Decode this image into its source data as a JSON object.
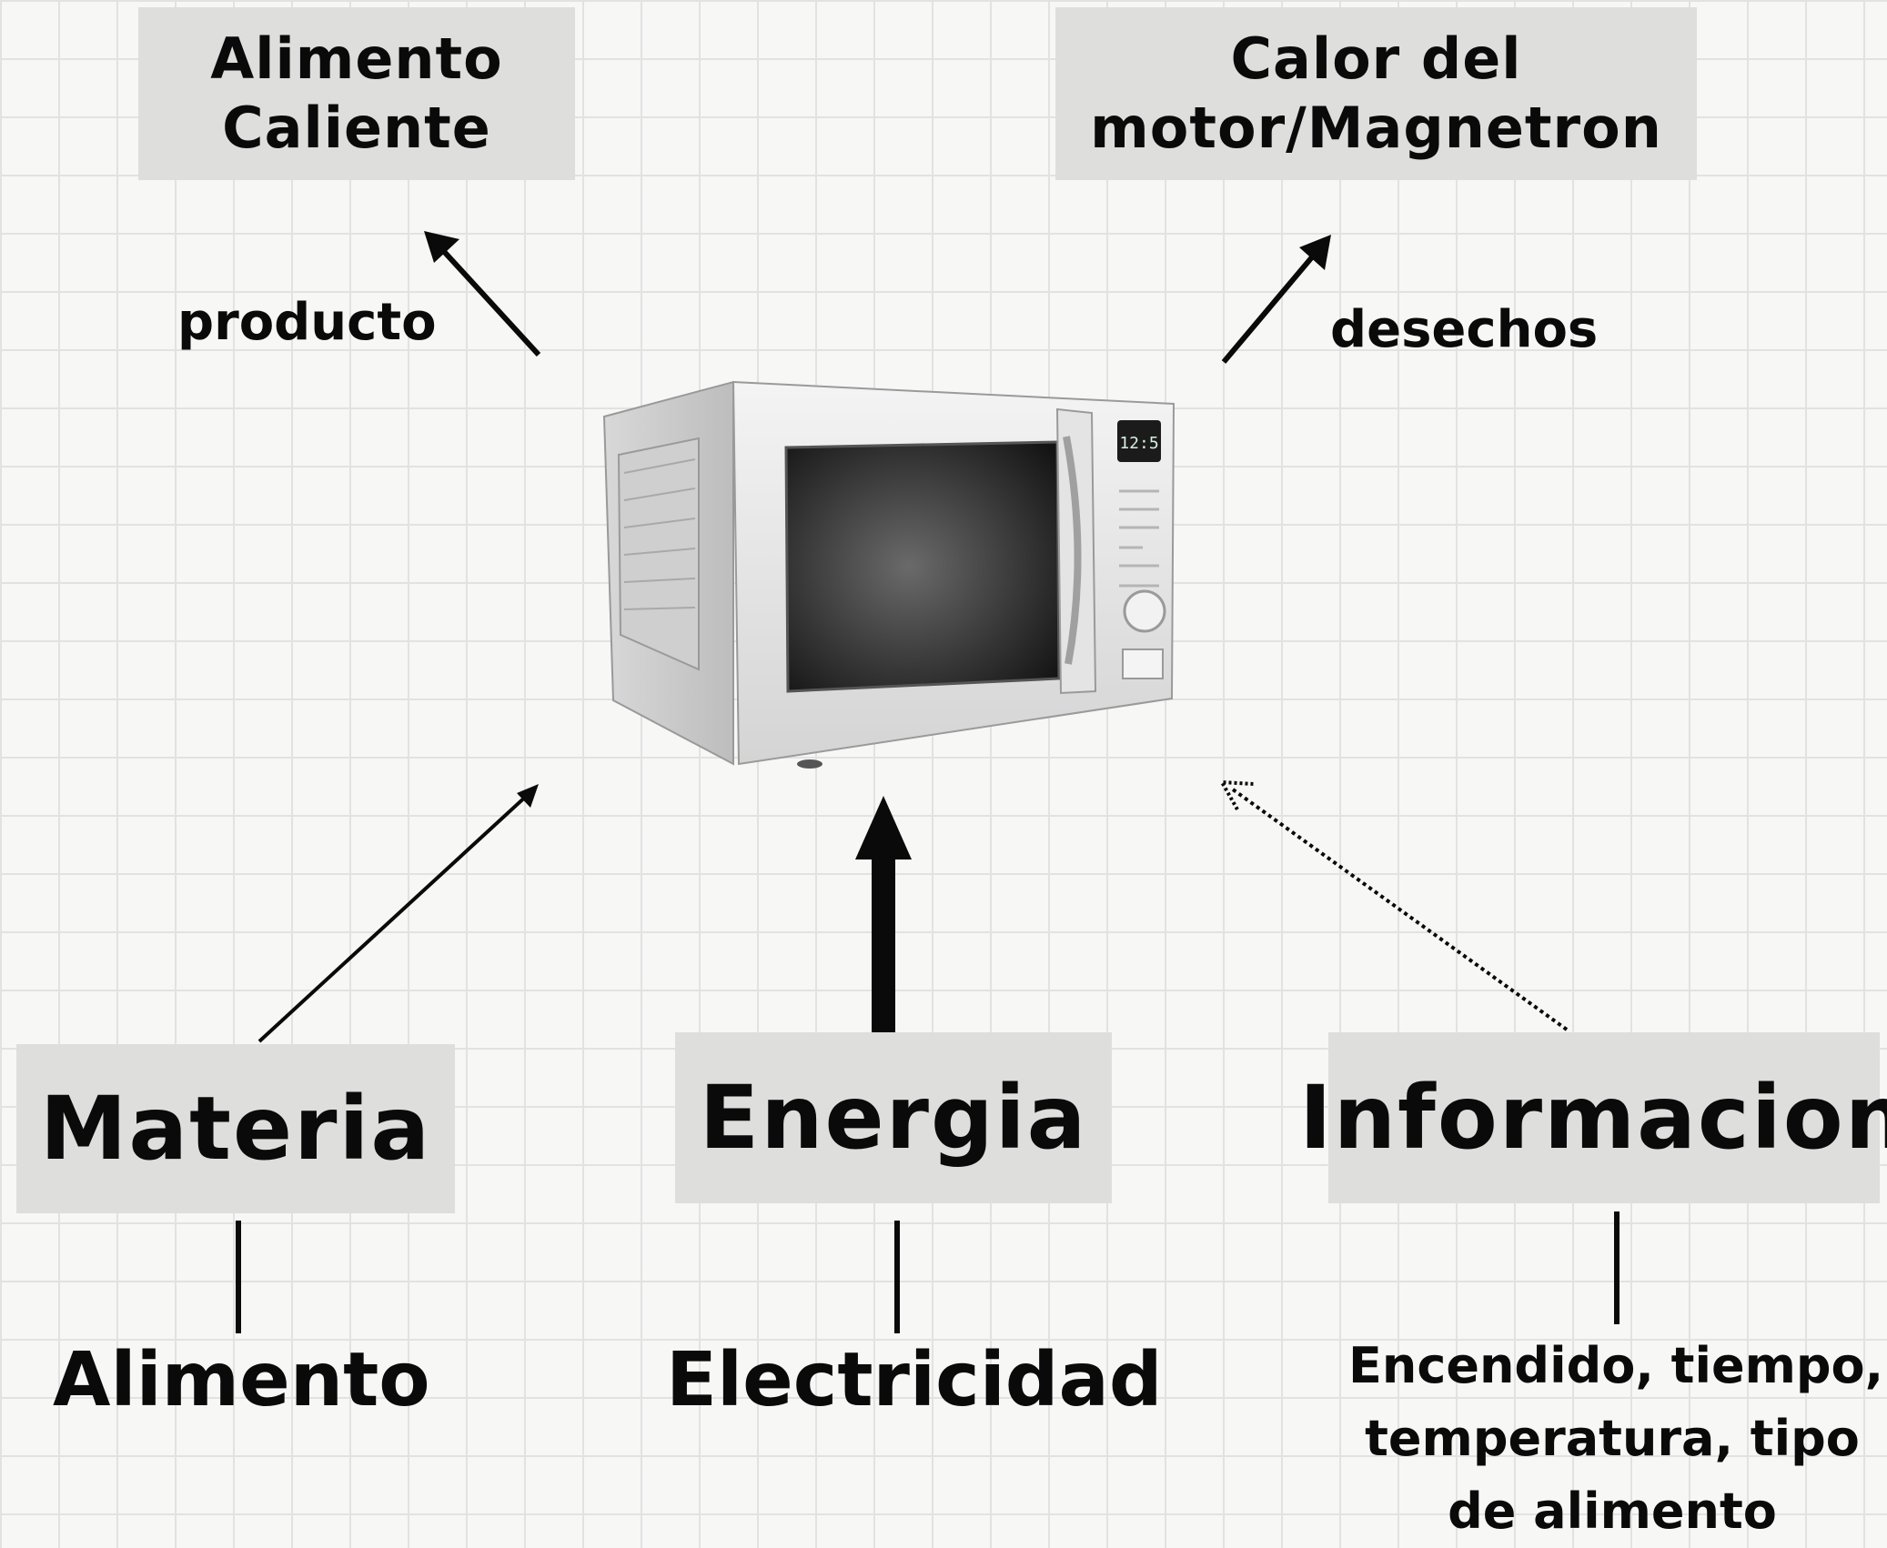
{
  "outputs": {
    "product_box": {
      "line1": "Alimento",
      "line2": "Caliente"
    },
    "waste_box": {
      "line1": "Calor del",
      "line2": "motor/Magnetron"
    },
    "product_label": "producto",
    "waste_label": "desechos"
  },
  "center": {
    "image": "microwave-oven",
    "display_text": "12:5"
  },
  "inputs": {
    "matter": {
      "title": "Materia",
      "value": "Alimento"
    },
    "energy": {
      "title": "Energia",
      "value": "Electricidad"
    },
    "information": {
      "title": "Informacion",
      "value_line1": "Encendido, tiempo,",
      "value_line2": "temperatura, tipo",
      "value_line3": "de alimento"
    }
  },
  "colors": {
    "box_fill": "#dededd",
    "ink": "#0a0a0a",
    "grid": "#e2e2e2"
  }
}
